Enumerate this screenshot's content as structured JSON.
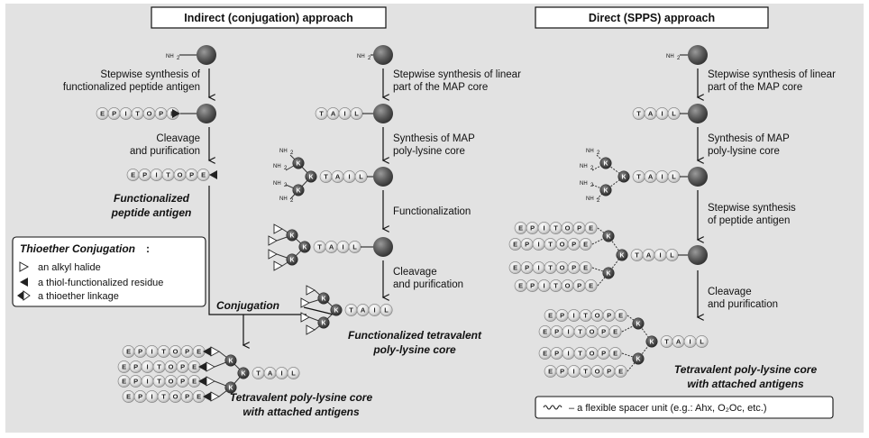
{
  "headers": {
    "indirect": "Indirect (conjugation) approach",
    "direct": "Direct (SPPS) approach"
  },
  "indirect_steps": {
    "stepwise_a": "Stepwise synthesis of",
    "stepwise_b": "functionalized peptide antigen",
    "cleavage": "Cleavage",
    "purification": "and purification",
    "func_antigen_a": "Functionalized",
    "func_antigen_b": "peptide antigen",
    "conjugation": "Conjugation",
    "final_a": "Tetravalent poly-lysine core",
    "final_b": "with attached antigens"
  },
  "core_steps": {
    "stepwise_a": "Stepwise synthesis of linear",
    "stepwise_b": "part of the MAP core",
    "map_a": "Synthesis of MAP",
    "map_b": "poly-lysine core",
    "functionalization": "Functionalization",
    "cleavage": "Cleavage",
    "purification": "and purification",
    "func_core_a": "Functionalized tetravalent",
    "func_core_b": "poly-lysine core"
  },
  "direct_steps": {
    "stepwise_a": "Stepwise synthesis of linear",
    "stepwise_b": "part of the MAP core",
    "map_a": "Synthesis of MAP",
    "map_b": "poly-lysine core",
    "antigen_a": "Stepwise synthesis",
    "antigen_b": "of peptide antigen",
    "cleavage": "Cleavage",
    "purification": "and purification",
    "final_a": "Tetravalent poly-lysine core",
    "final_b": "with attached antigens"
  },
  "legend": {
    "title": "Thioether Conjugation",
    "colon": ":",
    "items": [
      "an alkyl halide",
      "a thiol-functionalized residue",
      "a thioether linkage"
    ]
  },
  "spacer_note": "– a flexible spacer unit (e.g.: Ahx, O₂Oc, etc.)",
  "molecule": {
    "nh2": "NH",
    "nh2_sub": "2",
    "k": "K",
    "epitope": [
      "E",
      "P",
      "I",
      "T",
      "O",
      "P",
      "E"
    ],
    "tail": [
      "T",
      "A",
      "I",
      "L"
    ]
  },
  "colors": {
    "background": "#e2e2e2",
    "resin": "#555555",
    "bead_light": "#e6e6e6",
    "lysine": "#4d4d4d"
  },
  "icons": [
    "resin-bead-icon",
    "lysine-icon",
    "alkyl-halide-icon",
    "thiol-residue-icon",
    "thioether-linkage-icon",
    "spacer-icon"
  ]
}
